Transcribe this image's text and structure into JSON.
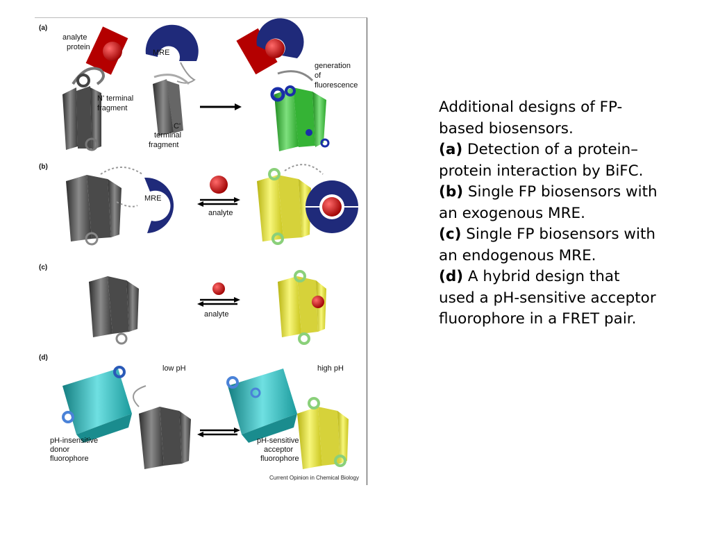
{
  "figure": {
    "panel_a": {
      "letter": "(a)",
      "analyte_protein": [
        "analyte",
        "protein"
      ],
      "mre": "MRE",
      "n_terminal": [
        "N' terminal",
        "fragment"
      ],
      "c_terminal": [
        "C'",
        "terminal",
        "fragment"
      ],
      "generation": [
        "generation",
        "of",
        "fluorescence"
      ]
    },
    "panel_b": {
      "letter": "(b)",
      "mre": "MRE",
      "analyte": "analyte"
    },
    "panel_c": {
      "letter": "(c)",
      "analyte": "analyte"
    },
    "panel_d": {
      "letter": "(d)",
      "low_ph": "low pH",
      "high_ph": "high pH",
      "donor": [
        "pH-insensitive",
        "donor",
        "fluorophore"
      ],
      "acceptor": [
        "pH-sensitive",
        "acceptor",
        "fluorophore"
      ]
    },
    "credit": "Current Opinion in Chemical Biology",
    "colors": {
      "gray_barrel": "#5a5a5a",
      "green_barrel": "#3fbf3f",
      "yellow_barrel": "#e8e42a",
      "teal_barrel": "#2bb6b8",
      "mre_blue": "#1f2a7a",
      "analyte_red": "#cc1111"
    }
  },
  "caption": {
    "intro": [
      "Additional designs of FP-",
      "based biosensors."
    ],
    "a_label": "(a)",
    "a_text": [
      " Detection of a protein–",
      "protein interaction by BiFC."
    ],
    "b_label": "(b)",
    "b_text": [
      " Single FP biosensors with",
      "an exogenous MRE."
    ],
    "c_label": "(c)",
    "c_text": [
      " Single FP biosensors with",
      "an endogenous MRE."
    ],
    "d_label": "(d)",
    "d_text": [
      " A hybrid design that",
      "used a pH-sensitive acceptor",
      "fluorophore in a FRET pair."
    ]
  }
}
